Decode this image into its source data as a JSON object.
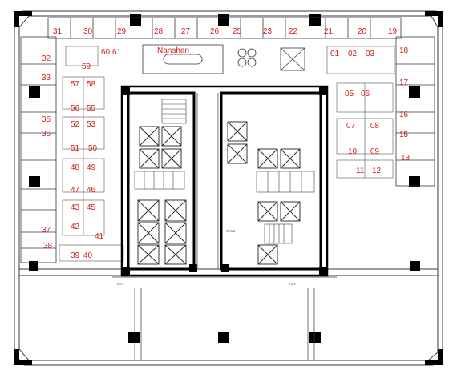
{
  "room_label": "Nanshan",
  "colors": {
    "label": "#d21f1f",
    "wall": "#000000",
    "line": "#3a3a3a"
  },
  "offices": [
    "31",
    "30",
    "29",
    "28",
    "27",
    "26",
    "25",
    "23",
    "22",
    "21",
    "20",
    "19",
    "18",
    "17",
    "16",
    "15",
    "13",
    "12",
    "11",
    "10",
    "09",
    "08",
    "07",
    "06",
    "05",
    "03",
    "02",
    "01",
    "60",
    "61",
    "59",
    "58",
    "57",
    "56",
    "55",
    "53",
    "52",
    "51",
    "50",
    "49",
    "48",
    "47",
    "46",
    "45",
    "43",
    "42",
    "41",
    "40",
    "39",
    "38",
    "37",
    "36",
    "35",
    "33",
    "32"
  ],
  "exit_sign": "EXIT",
  "stair_sign": "STAIR"
}
